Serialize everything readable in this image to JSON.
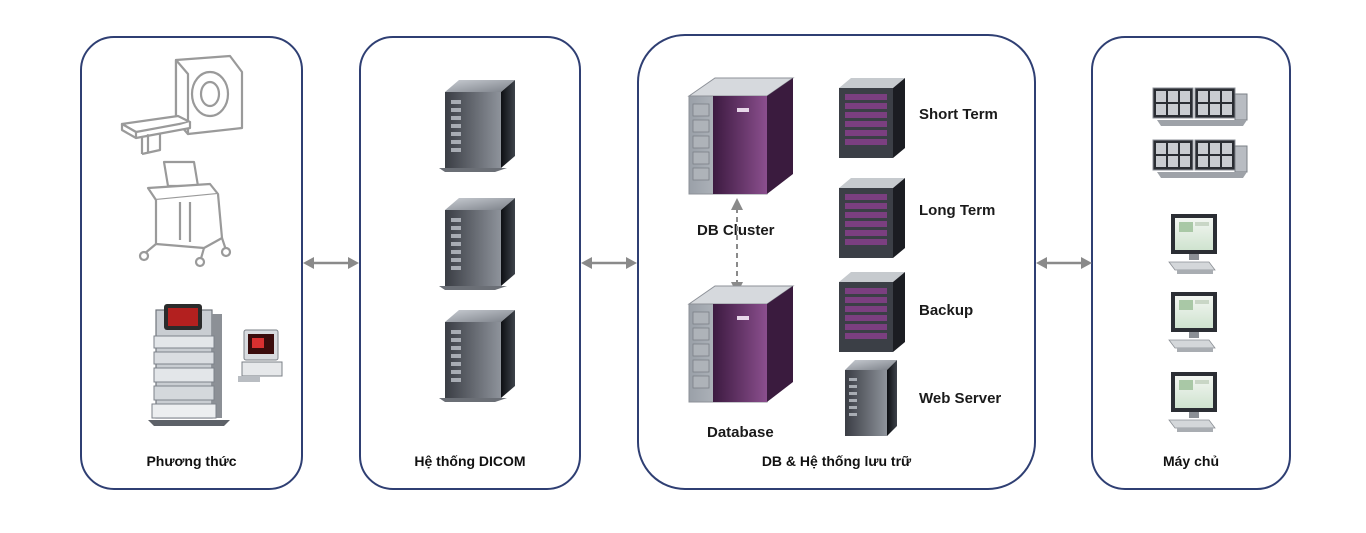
{
  "panels": {
    "modality": {
      "label": "Phương thức"
    },
    "dicom": {
      "label": "Hệ thống DICOM"
    },
    "storage": {
      "label": "DB & Hệ thống lưu trữ",
      "db_cluster": "DB Cluster",
      "database": "Database",
      "tiers": [
        "Short Term",
        "Long Term",
        "Backup",
        "Web Server"
      ]
    },
    "server": {
      "label": "Máy chủ"
    }
  },
  "colors": {
    "border": "#2f3f73",
    "arrow": "#8a8a8a",
    "server_accent": "#6b2d6e"
  }
}
